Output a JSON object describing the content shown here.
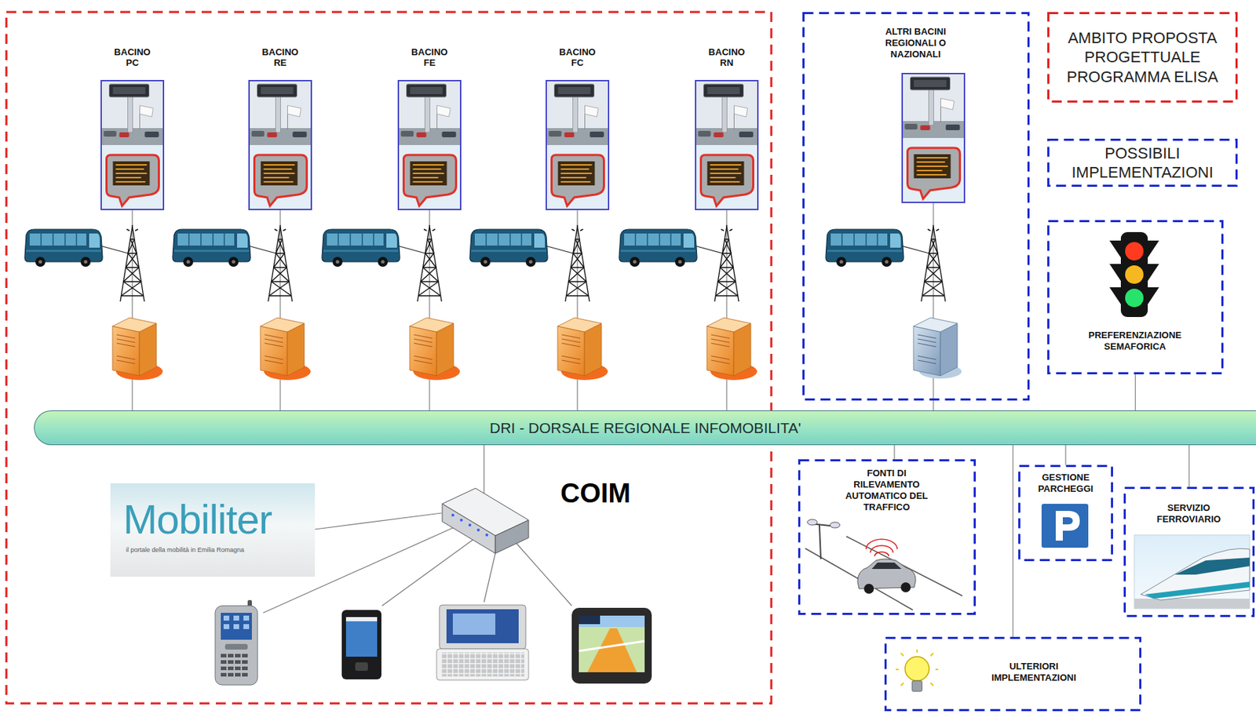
{
  "diagram": {
    "nodes": [
      {
        "text": [
          "BACINO PC"
        ]
      },
      {
        "text": [
          "BACINO RE"
        ]
      },
      {
        "text": [
          "BACINO FE"
        ]
      },
      {
        "text": [
          "BACINO FC"
        ]
      },
      {
        "text": [
          "BACINO RN"
        ]
      },
      {
        "text": [
          "ALTRI BACINI REGIONALI O NAZIONALI"
        ]
      },
      {
        "text": [
          "PREFERENZIAZIONE SEMAFORICA"
        ]
      },
      {
        "text": [
          "DRI - DORSALE REGIONALE INFOMOBILITA'"
        ]
      },
      {
        "text": [
          "FONTI DI RILEVAMENTO AUTOMATICO DEL TRAFFICO"
        ]
      },
      {
        "text": [
          "GESTIONE PARCHEGGI"
        ]
      },
      {
        "text": [
          "SERVIZIO FERROVIARIO"
        ]
      },
      {
        "text": [
          "ULTERIORI IMPLEMENTAZIONI"
        ]
      }
    ],
    "edges": [
      {
        "from": 0,
        "to": 7,
        "arrow": "none"
      },
      {
        "from": 1,
        "to": 7,
        "arrow": "none"
      },
      {
        "from": 2,
        "to": 7,
        "arrow": "none"
      },
      {
        "from": 3,
        "to": 7,
        "arrow": "none"
      },
      {
        "from": 4,
        "to": 7,
        "arrow": "none"
      },
      {
        "from": 5,
        "to": 7,
        "arrow": "none"
      },
      {
        "from": 6,
        "to": 7,
        "arrow": "none"
      },
      {
        "from": 7,
        "to": 8,
        "arrow": "none"
      },
      {
        "from": 7,
        "to": 9,
        "arrow": "none"
      },
      {
        "from": 7,
        "to": 10,
        "arrow": "none"
      },
      {
        "from": 7,
        "to": 11,
        "arrow": "none"
      }
    ],
    "labels": [
      "COIM",
      "Mobiliter",
      "il portale della mobilità in Emilia Romagna"
    ],
    "legend": [
      {
        "text": "AMBITO PROPOSTA PROGETTUALE PROGRAMMA ELISA"
      },
      {
        "text": "POSSIBILI IMPLEMENTAZIONI"
      }
    ]
  }
}
